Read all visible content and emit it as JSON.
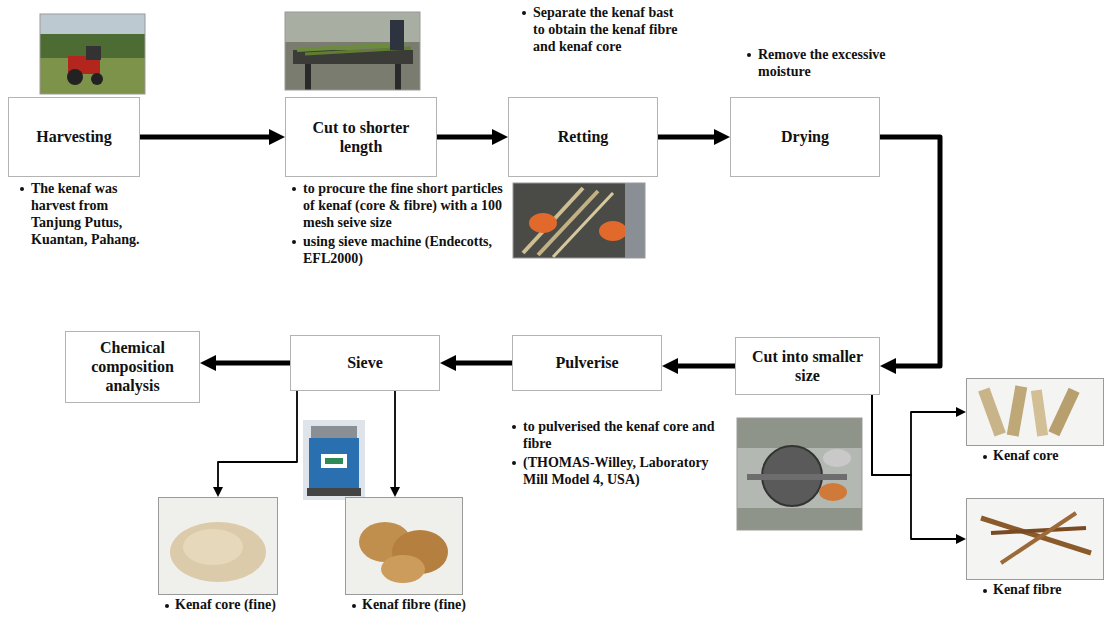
{
  "diagram": {
    "nodes": [
      {
        "text": [
          "Harvesting"
        ]
      },
      {
        "text": [
          "Cut to shorter length"
        ]
      },
      {
        "text": [
          "Retting"
        ]
      },
      {
        "text": [
          "Drying"
        ]
      },
      {
        "text": [
          "Cut into smaller size"
        ]
      },
      {
        "text": [
          "Pulverise"
        ]
      },
      {
        "text": [
          "Sieve"
        ]
      },
      {
        "text": [
          "Chemical composition analysis"
        ]
      },
      {
        "text": [
          "Kenaf core"
        ]
      },
      {
        "text": [
          "Kenaf fibre"
        ]
      },
      {
        "text": [
          "Kenaf core (fine)"
        ]
      },
      {
        "text": [
          "Kenaf fibre (fine)"
        ]
      }
    ],
    "edges": [
      {
        "from": 0,
        "to": 1,
        "arrow": "to"
      },
      {
        "from": 1,
        "to": 2,
        "arrow": "to"
      },
      {
        "from": 2,
        "to": 3,
        "arrow": "to"
      },
      {
        "from": 3,
        "to": 4,
        "arrow": "to"
      },
      {
        "from": 4,
        "to": 5,
        "arrow": "to"
      },
      {
        "from": 5,
        "to": 6,
        "arrow": "to"
      },
      {
        "from": 6,
        "to": 7,
        "arrow": "to"
      },
      {
        "from": 4,
        "to": 8,
        "arrow": "to"
      },
      {
        "from": 4,
        "to": 9,
        "arrow": "to"
      },
      {
        "from": 6,
        "to": 10,
        "arrow": "to"
      },
      {
        "from": 6,
        "to": 11,
        "arrow": "to"
      }
    ],
    "labels": [
      "The kenaf was harvest from Tanjung Putus, Kuantan, Pahang.",
      "to procure the fine short particles of kenaf (core & fibre) with a 100 mesh seive size",
      "using sieve machine (Endecotts, EFL2000)",
      "Separate the kenaf bast to obtain the kenaf fibre and kenaf core",
      "Remove the excessive moisture",
      "to pulverised the kenaf core and fibre",
      "(THOMAS-Willey, Laboratory Mill Model 4, USA)"
    ]
  }
}
